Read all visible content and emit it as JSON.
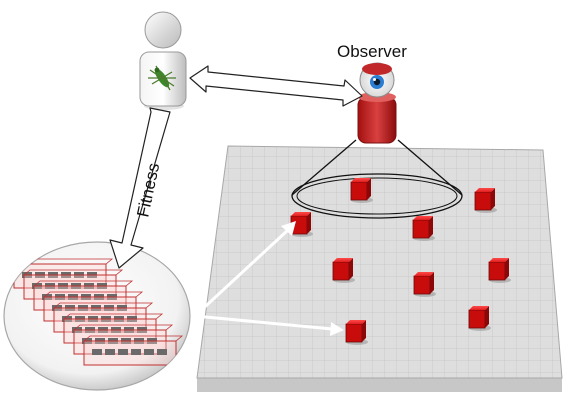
{
  "labels": {
    "observer": "Observer",
    "fitness": "Fitness"
  },
  "icons": {
    "user_figure": "person-figure-icon",
    "creature": "insect-icon",
    "observer": "eye-robot-icon",
    "population": "stacked-cards-icon"
  },
  "colors": {
    "cube": "#d41010",
    "observer_body": "#c0392b",
    "grid_line": "#bdbdbd",
    "arrow": "#ffffff",
    "creature_green": "#3a8a2a"
  },
  "population": {
    "stack_count": 8
  }
}
